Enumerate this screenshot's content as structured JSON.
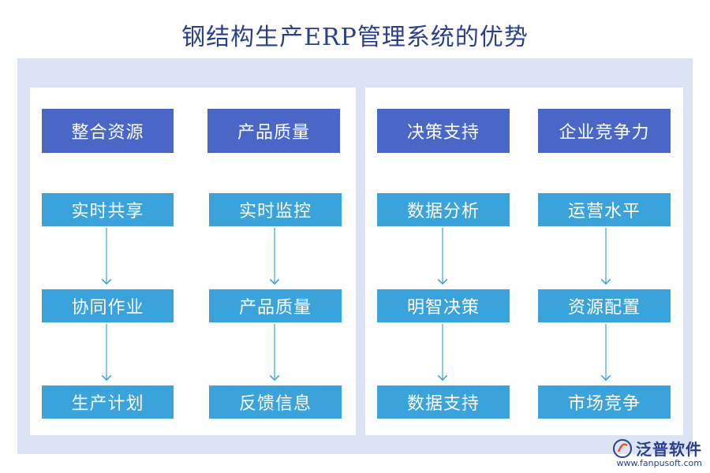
{
  "title": "钢结构生产ERP管理系统的优势",
  "columns": [
    {
      "header": "整合资源",
      "items": [
        "实时共享",
        "协同作业",
        "生产计划"
      ]
    },
    {
      "header": "产品质量",
      "items": [
        "实时监控",
        "产品质量",
        "反馈信息"
      ]
    },
    {
      "header": "决策支持",
      "items": [
        "数据分析",
        "明智决策",
        "数据支持"
      ]
    },
    {
      "header": "企业竞争力",
      "items": [
        "运营水平",
        "资源配置",
        "市场竞争"
      ]
    }
  ],
  "logo": {
    "name": "泛普软件",
    "url": "www.fanpusoft.com"
  },
  "colors": {
    "header": "#4a67c8",
    "item": "#3ba3dc",
    "background": "#dce3f4",
    "title": "#2b3f8c",
    "arrow": "#3ba3dc"
  }
}
